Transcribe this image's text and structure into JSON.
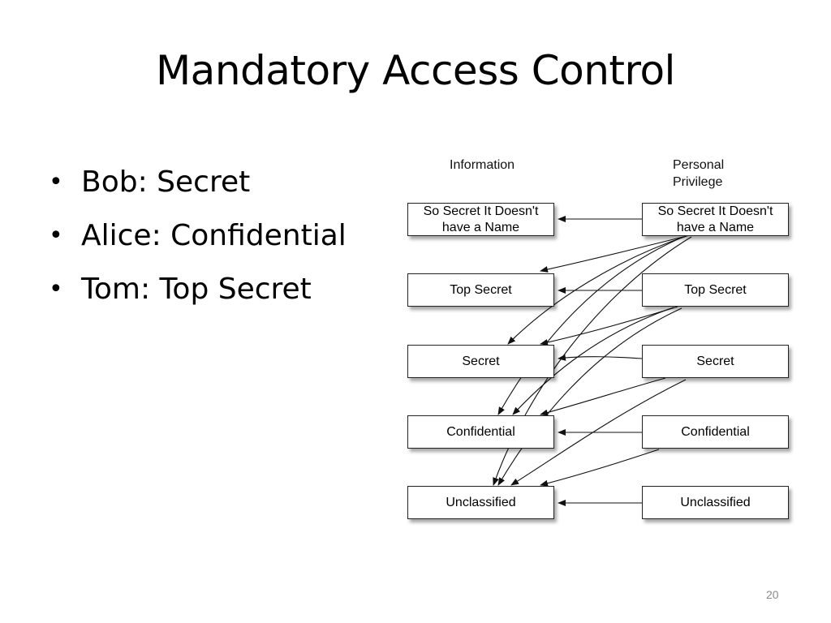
{
  "slide": {
    "title": "Mandatory Access Control",
    "page_number": "20"
  },
  "bullets": [
    {
      "text": "Bob:  Secret"
    },
    {
      "text": "Alice:  Confidential"
    },
    {
      "text": "Tom:  Top Secret"
    }
  ],
  "diagram": {
    "information_header": "Information",
    "privilege_header_line1": "Personal",
    "privilege_header_line2": "Privilege",
    "information_levels": [
      {
        "label": "So Secret It Doesn't have a Name"
      },
      {
        "label": "Top Secret"
      },
      {
        "label": "Secret"
      },
      {
        "label": "Confidential"
      },
      {
        "label": "Unclassified"
      }
    ],
    "privilege_levels": [
      {
        "label": "So Secret It Doesn't have a Name"
      },
      {
        "label": "Top Secret"
      },
      {
        "label": "Secret"
      },
      {
        "label": "Confidential"
      },
      {
        "label": "Unclassified"
      }
    ]
  }
}
